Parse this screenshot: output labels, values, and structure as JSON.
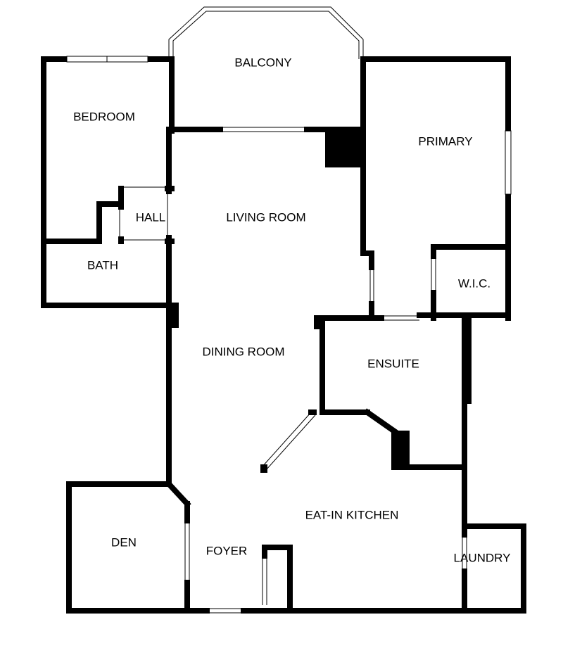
{
  "rooms": {
    "balcony": "BALCONY",
    "bedroom": "BEDROOM",
    "primary": "PRIMARY",
    "hall": "HALL",
    "living_room": "LIVING ROOM",
    "bath": "BATH",
    "wic": "W.I.C.",
    "dining_room": "DINING ROOM",
    "ensuite": "ENSUITE",
    "eat_in_kitchen": "EAT-IN KITCHEN",
    "den": "DEN",
    "foyer": "FOYER",
    "laundry": "LAUNDRY"
  },
  "colors": {
    "wall": "#000000",
    "background": "#ffffff"
  }
}
